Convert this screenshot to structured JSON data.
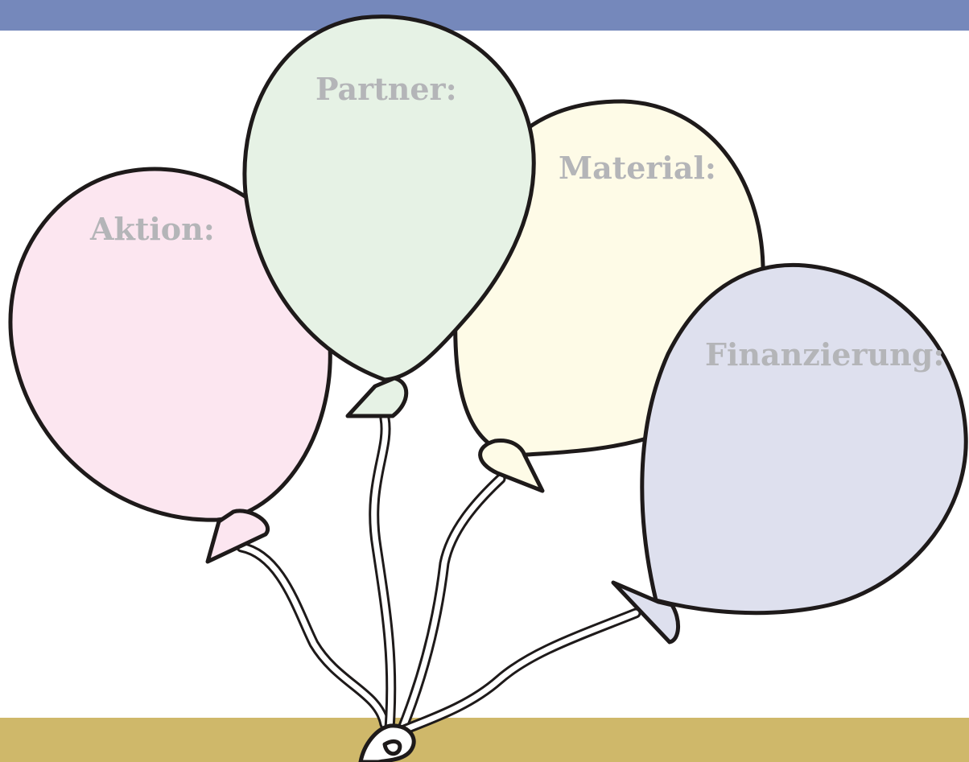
{
  "balloons": [
    {
      "label": "Aktion:",
      "fill": "#fce6f0"
    },
    {
      "label": "Partner:",
      "fill": "#e6f2e5"
    },
    {
      "label": "Material:",
      "fill": "#fefbe7"
    },
    {
      "label": "Finanzierung:",
      "fill": "#dee0ee"
    }
  ],
  "colors": {
    "top_band": "#7588bb",
    "bottom_band": "#cfb86a",
    "outline": "#1e1a1a",
    "label_text": "#b4b5b8"
  }
}
